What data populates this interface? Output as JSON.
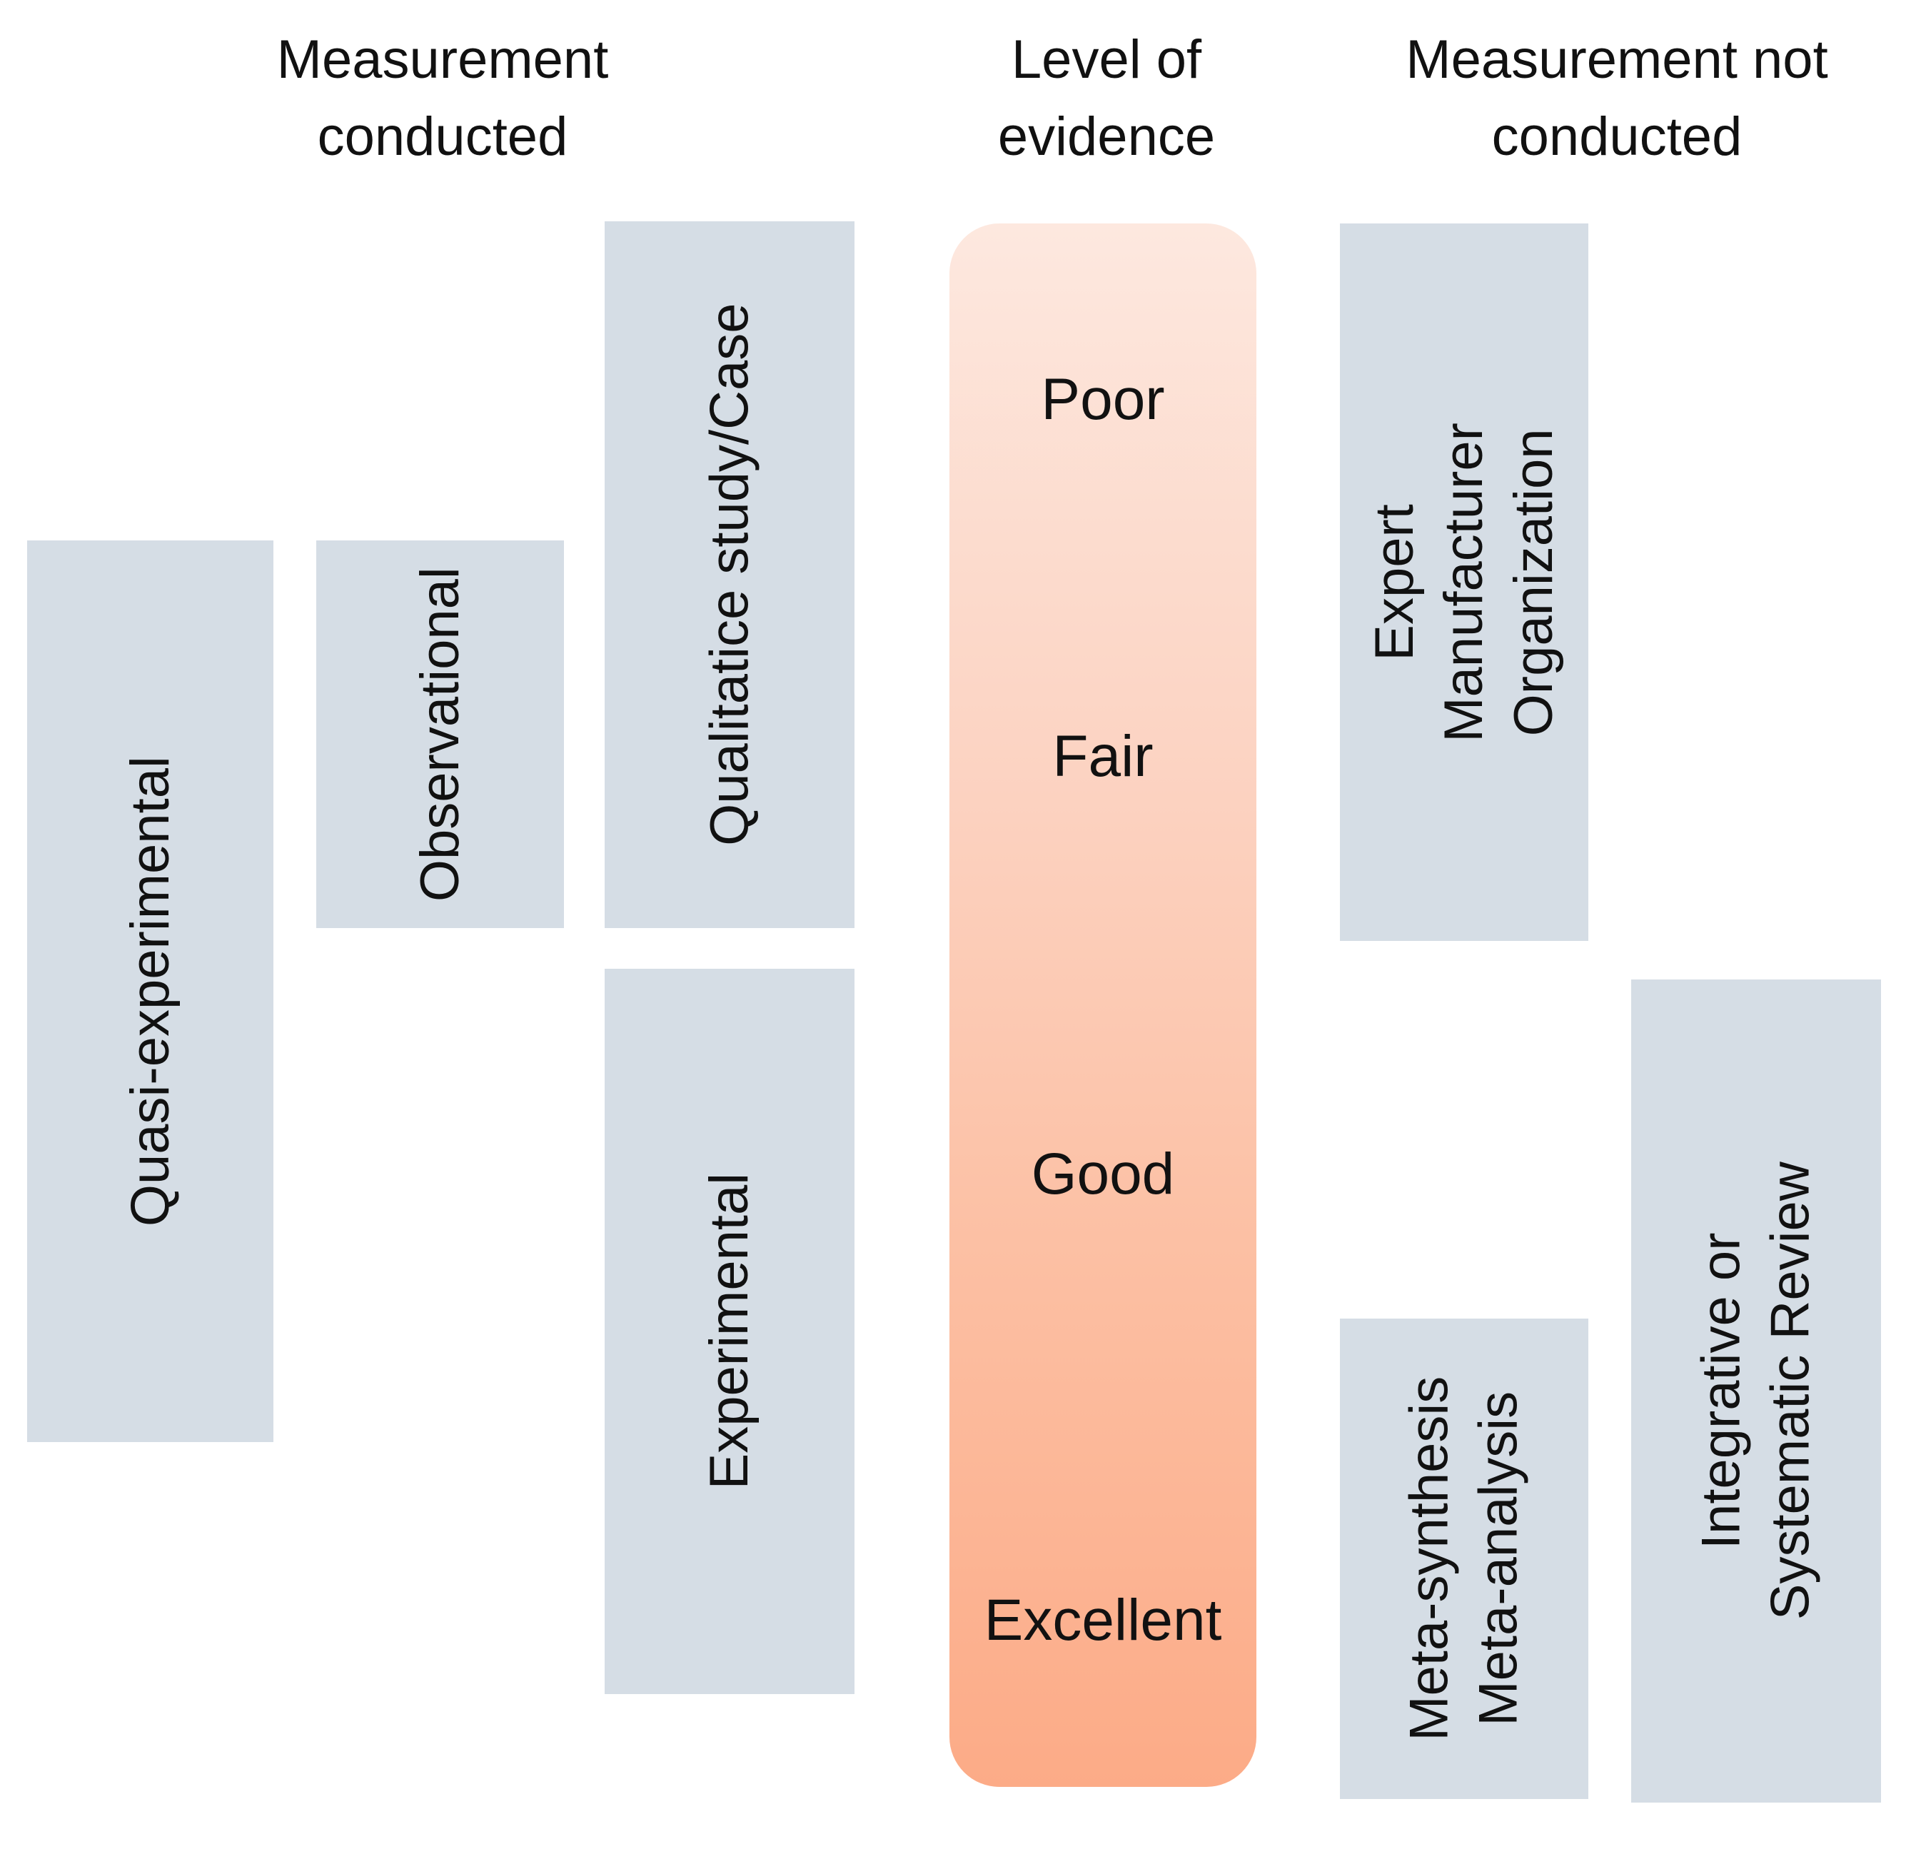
{
  "diagram": {
    "headers": {
      "measurement_conducted": {
        "line1": "Measurement",
        "line2": "conducted"
      },
      "level_of_evidence": {
        "line1": "Level of",
        "line2": "evidence"
      },
      "measurement_not_conducted": {
        "line1": "Measurement not",
        "line2": "conducted"
      }
    },
    "measurement_conducted_studies": {
      "quasi_experimental": "Quasi-experimental",
      "observational": "Observational",
      "qualitative_case": "Qualitatice study/Case",
      "experimental": "Experimental"
    },
    "evidence_levels": {
      "poor": "Poor",
      "fair": "Fair",
      "good": "Good",
      "excellent": "Excellent"
    },
    "measurement_not_conducted_sources": {
      "expert_group": {
        "line1": "Expert",
        "line2": "Manufacturer",
        "line3": "Organization"
      },
      "meta_group": {
        "line1": "Meta-synthesis",
        "line2": "Meta-analysis"
      },
      "review_group": {
        "line1": "Integrative or",
        "line2": "Systematic Review"
      }
    },
    "colors": {
      "box_fill": "#d5dde5",
      "evidence_gradient_top": "#fde8df",
      "evidence_gradient_bottom": "#fcab87",
      "text": "#111111"
    }
  }
}
